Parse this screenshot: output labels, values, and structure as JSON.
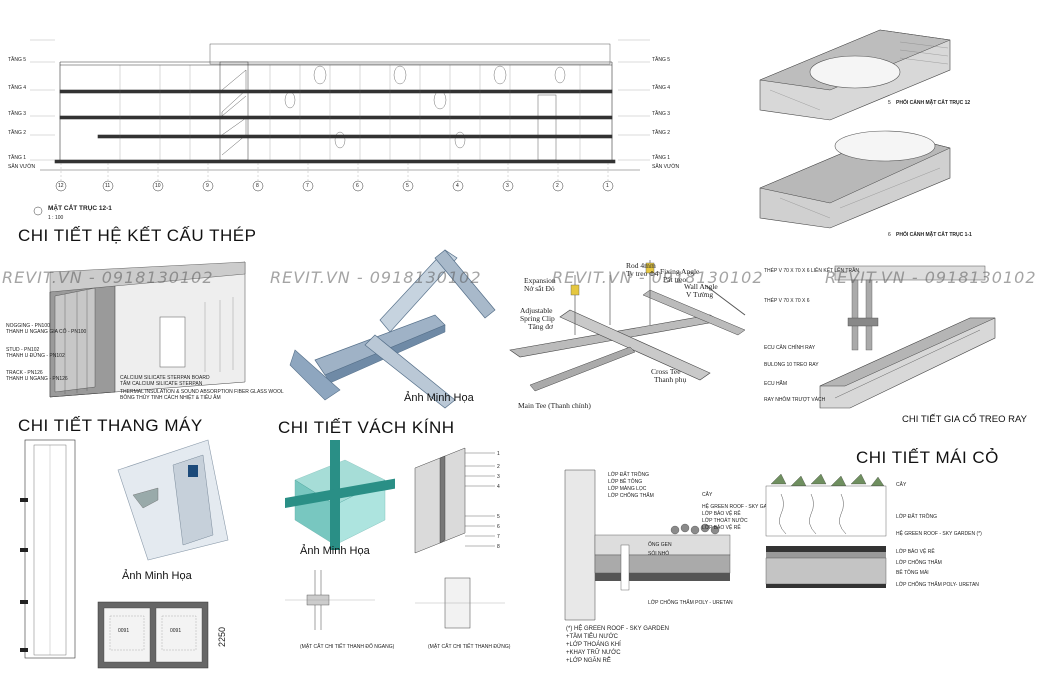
{
  "section": {
    "title": "MẶT CẮT TRỤC 12-1",
    "scale": "1 : 100",
    "axes": [
      "12",
      "11",
      "10",
      "9",
      "8",
      "7",
      "6",
      "5",
      "4",
      "3",
      "2",
      "1"
    ],
    "levels_left": [
      "TẦNG 5",
      "TẦNG 4",
      "TẦNG 3",
      "TẦNG 2",
      "TẦNG 1",
      "SÂN VƯỜN"
    ],
    "levels_right": [
      "TẦNG 5",
      "TẦNG 4",
      "TẦNG 3",
      "TẦNG 2",
      "TẦNG 1",
      "SÂN VƯỜN"
    ]
  },
  "perspectives": {
    "top_caption": "PHỐI CẢNH MẶT CẮT TRỤC 12",
    "bottom_caption": "PHỐI CẢNH MẶT CẮT TRỤC 1-1",
    "top_num": "5",
    "bottom_num": "6"
  },
  "headings": {
    "steel": "CHI TIẾT HỆ KẾT CẤU THÉP",
    "elevator": "CHI TIẾT THANG MÁY",
    "glass": "CHI TIẾT VÁCH KÍNH",
    "roof": "CHI TIẾT MÁI CỎ"
  },
  "watermarks": [
    "REVIT.VN - 0918130102",
    "REVIT.VN - 0918130102",
    "REVIT.VN - 0918130102",
    "REVIT.VN - 0918130102"
  ],
  "drywall": {
    "labels": [
      "NOGGING - PN100",
      "THANH U NGANG GIA CỐ - PN100",
      "STUD - PN102",
      "THANH U ĐỨNG - PN102",
      "TRACK - PN126",
      "THANH U NGANG - PN126"
    ],
    "bottom_labels": [
      "CALCIUM SILICATE STERPAN BOARD",
      "TẤM CALCIUM SILICATE STERPAN",
      "THERMAL INSULATION & SOUND ABSORPTION FIBER GLASS WOOL",
      "BÔNG THỦY TINH CÁCH NHIỆT & TIÊU ÂM"
    ]
  },
  "steel_photo_caption": "Ảnh Minh Họa",
  "ceiling": {
    "labels": {
      "rod": "Rod 4mm",
      "rod2": "Ty treo Φ4",
      "expansion": "Expansion",
      "expansion2": "Nở sắt Đỏ",
      "fixing": "Fixing Angle",
      "fixing2": "Pát treo",
      "wall": "Wall Angle",
      "wall2": "V Tường",
      "spring": "Adjustable",
      "spring2": "Spring Clip",
      "spring3": "Tăng đơ",
      "cross": "Cross Tee",
      "cross2": "Thanh phụ",
      "main": "Main Tee (Thanh chính)"
    }
  },
  "rail": {
    "labels": [
      "THÉP V 70 X 70 X 6 LIÊN KẾT LÊN TRẦN",
      "THÉP V 70 X 70 X 6",
      "ECU CĂN CHỈNH RAY",
      "BULONG 10 TREO RAY",
      "ECU HÃM",
      "RAY NHÔM TRƯỢT VÁCH"
    ],
    "caption": "CHI TIẾT GIA CỐ TREO RAY"
  },
  "elevator": {
    "caption": "Ảnh Minh Họa",
    "dimension": "2250",
    "plan_labels": [
      "0091",
      "0091"
    ]
  },
  "glass": {
    "caption": "Ảnh Minh Họa",
    "numbers": [
      "1",
      "2",
      "3",
      "4",
      "5",
      "6",
      "7",
      "8"
    ],
    "plan_left_caption": "(MẶT CẮT CHI TIẾT THANH ĐỐ NGANG)",
    "plan_right_caption": "(MẶT CẮT CHI TIẾT THANH ĐỨNG)"
  },
  "roof_section": {
    "labels": [
      "LỚP ĐẤT TRỒNG",
      "LỚP BÊ TÔNG",
      "LỚP MÀNG LỌC",
      "LỚP CHỐNG THẤM",
      "CÂY",
      "HỆ GREEN ROOF - SKY GARDEN",
      "LỚP BẢO VỆ RỄ",
      "LỚP THOÁT NƯỚC",
      "LỚP BẢO VỆ RỄ",
      "ỐNG GEN",
      "SỎI NHỎ",
      "LỚP CHỐNG THẤM POLY - URETAN"
    ],
    "list_title": "(*) HỆ GREEN ROOF - SKY GARDEN",
    "list": [
      "+TẦM TIÊU NƯỚC",
      "+LỚP THOÁNG KHÍ",
      "+KHAY TRỮ NƯỚC",
      "+LỚP NGĂN RỄ"
    ]
  },
  "roof_layers": {
    "labels": [
      "CÂY",
      "LỚP ĐẤT TRỒNG",
      "HỆ GREEN ROOF - SKY GARDEN (*)",
      "LỚP BẢO VỆ RỄ",
      "LỚP CHỐNG THẤM",
      "BÊ TÔNG MÁI",
      "LỚP CHỐNG THẤM POLY- URETAN"
    ]
  }
}
